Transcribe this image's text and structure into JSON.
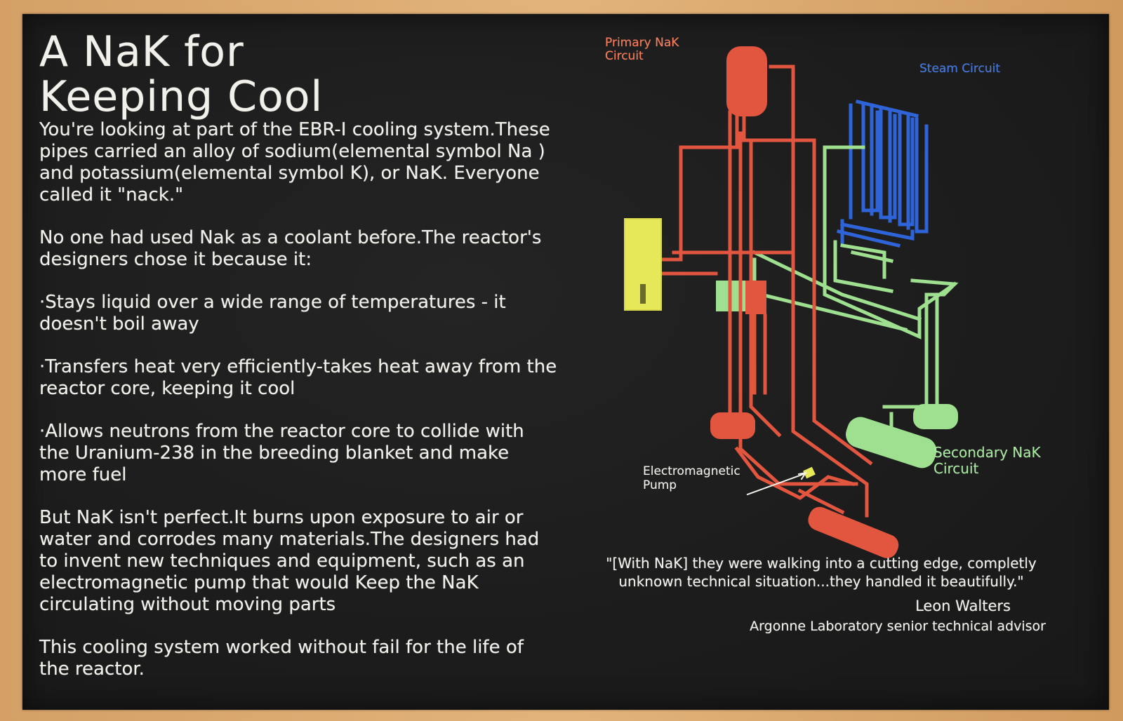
{
  "title": "A NaK for Keeping Cool",
  "paragraphs": {
    "intro": "You're looking at part of the EBR-I cooling system.These pipes carried an alloy of sodium(elemental symbol Na ) and potassium(elemental symbol K), or NaK. Everyone called it \"nack.\"",
    "reason": "No one had used Nak as a coolant before.The reactor's designers chose it because it:",
    "bullet_1": "·Stays liquid over a wide range of temperatures - it doesn't boil away",
    "bullet_2": "·Transfers heat very efficiently-takes heat away from the reactor core, keeping it cool",
    "bullet_3": "·Allows neutrons from the reactor core to collide with the Uranium-238 in the breeding blanket and make more fuel",
    "caveat": "But NaK isn't perfect.It burns upon exposure to air or water and corrodes many materials.The designers had to invent new techniques and equipment, such as an electromagnetic pump that would Keep the NaK circulating without moving parts",
    "closing": "This cooling system worked without fail for the life of the reactor."
  },
  "diagram": {
    "primary_label": "Primary NaK Circuit",
    "steam_label": "Steam Circuit",
    "secondary_label": "Secondary NaK Circuit",
    "pump_label": "Electromagnetic Pump",
    "colors": {
      "primary": "#e2553f",
      "steam": "#2f63d8",
      "secondary": "#9ee08f",
      "yellow_component": "#e6e85a",
      "chalkboard": "#1f1f1f",
      "frame": "#d9a56a"
    }
  },
  "quote": {
    "text": "\"[With NaK] they were walking into a cutting edge, completly unknown technical situation...they handled it beautifully.\"",
    "author": "Leon Walters",
    "role": "Argonne Laboratory senior technical advisor"
  }
}
